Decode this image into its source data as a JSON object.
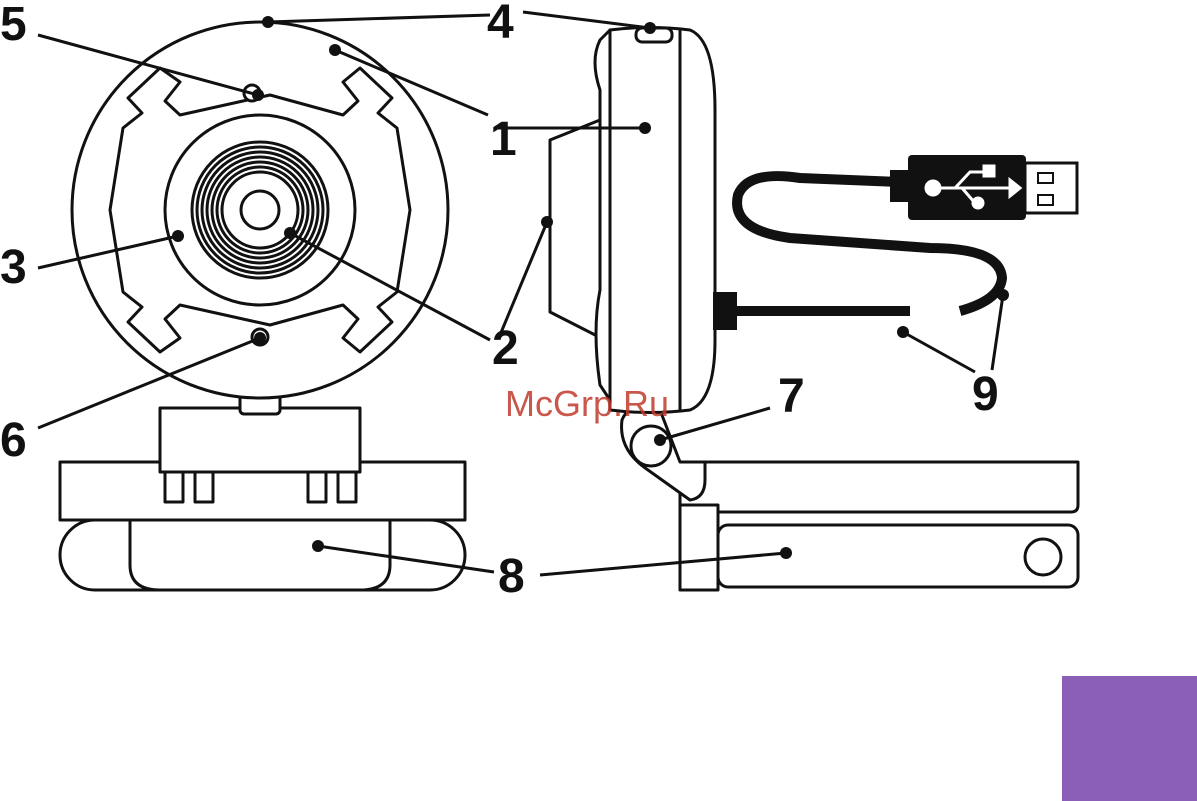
{
  "callouts": {
    "c1": "1",
    "c2": "2",
    "c3": "3",
    "c4": "4",
    "c5": "5",
    "c6": "6",
    "c7": "7",
    "c8": "8",
    "c9": "9"
  },
  "watermark": "McGrp.Ru",
  "colors": {
    "line": "#111111",
    "accent_swatch": "#8b5fb8",
    "watermark": "#c0392b"
  }
}
